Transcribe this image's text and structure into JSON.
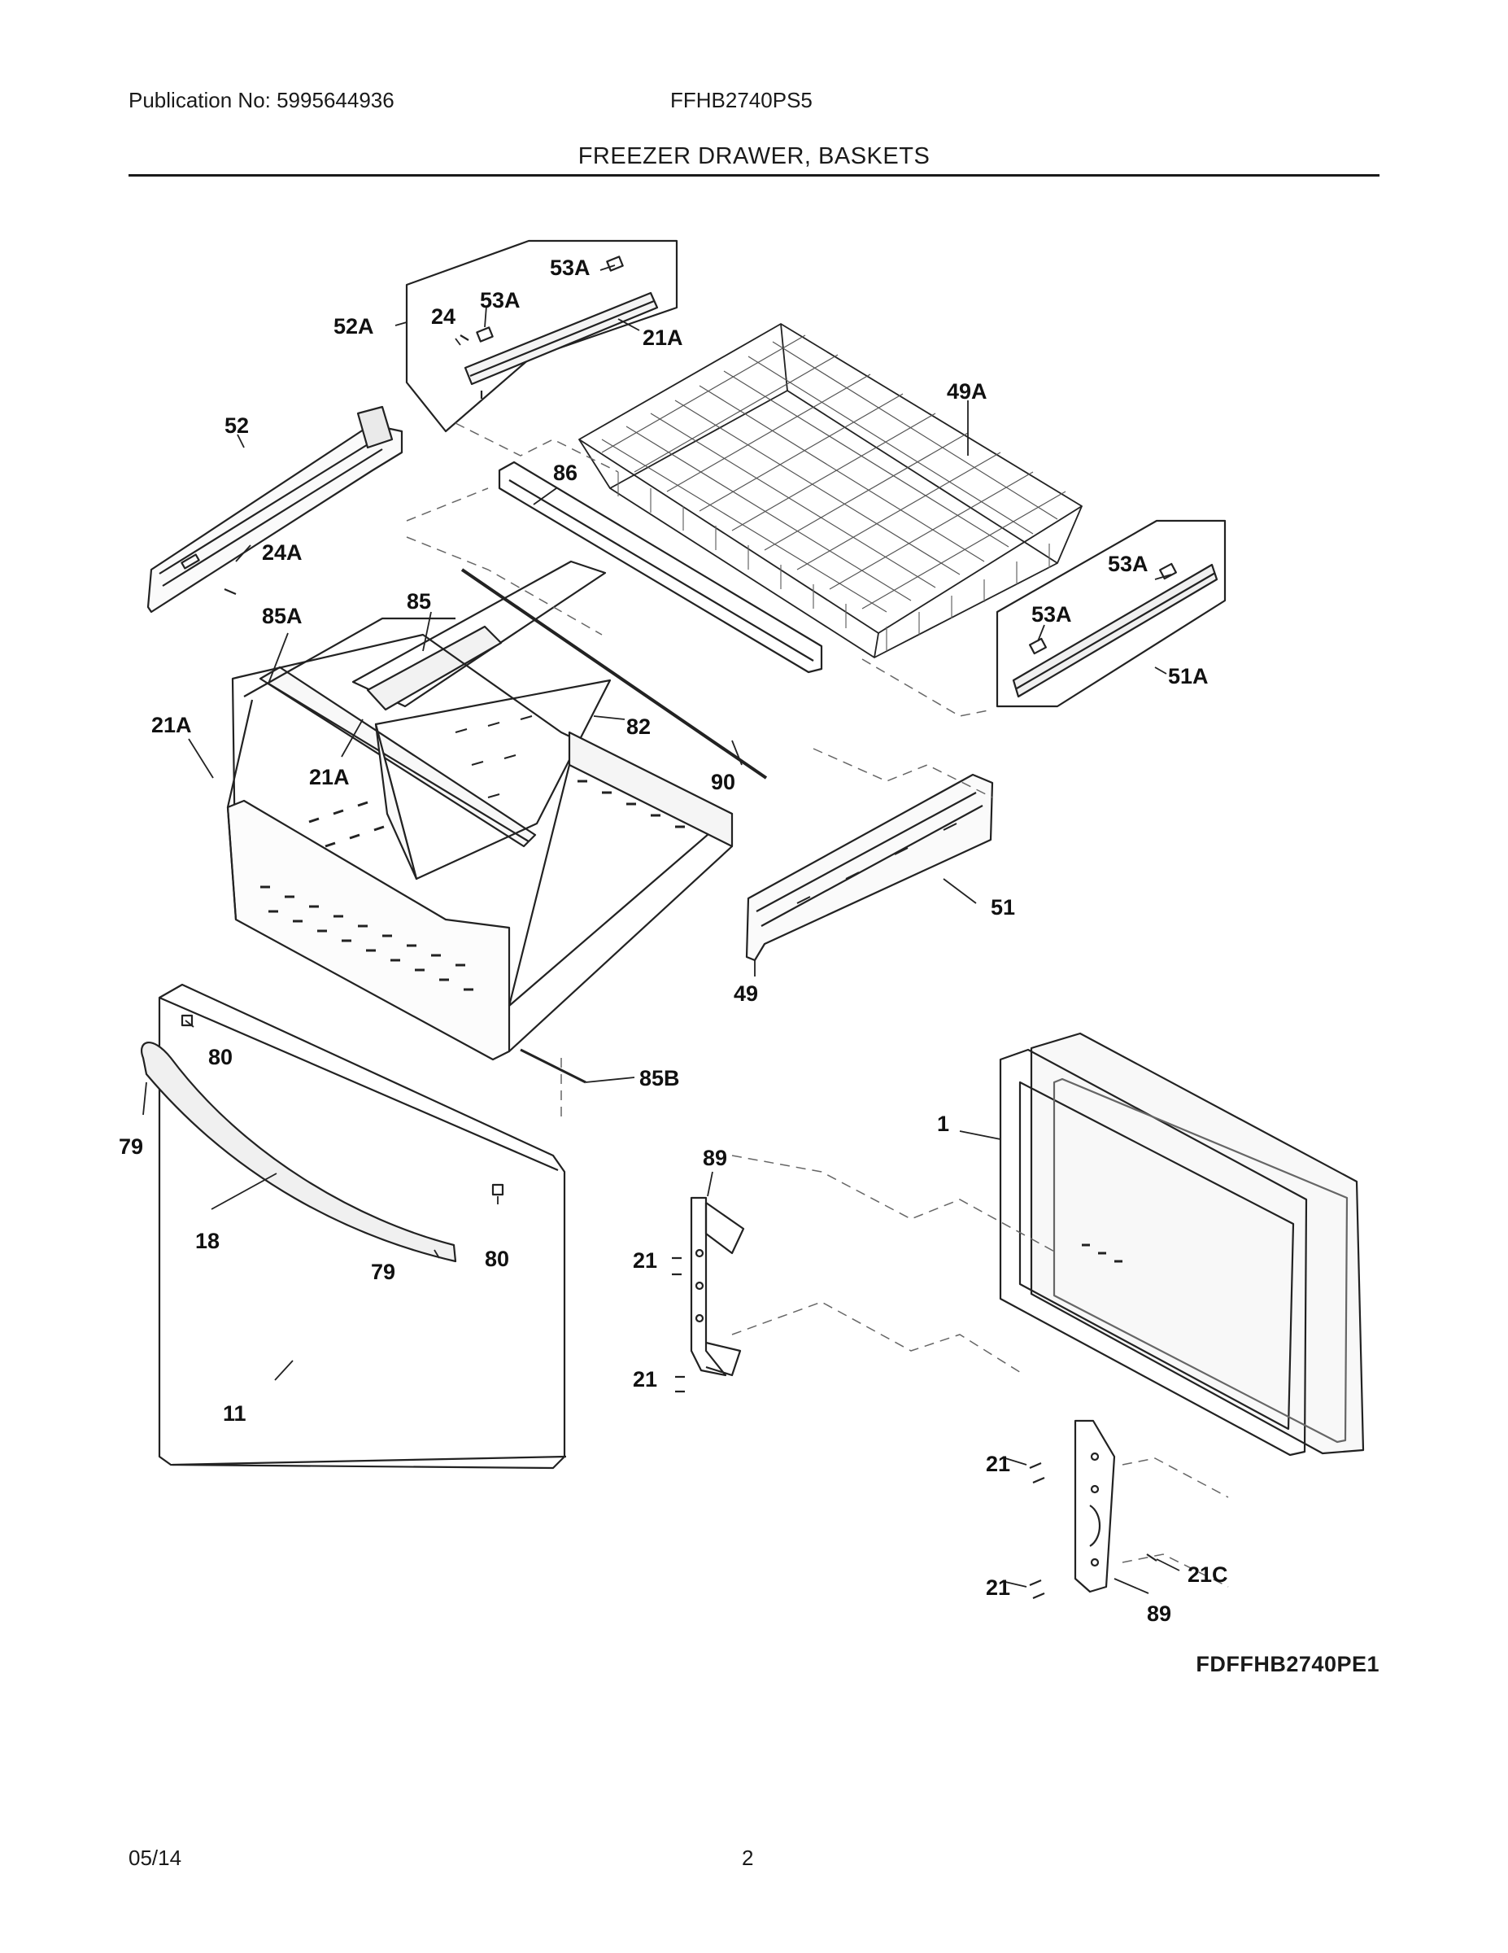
{
  "header": {
    "publication": "Publication No: 5995644936",
    "model": "FFHB2740PS5",
    "title": "FREEZER DRAWER, BASKETS"
  },
  "diagram_code": "FDFFHB2740PE1",
  "footer": {
    "date": "05/14",
    "page": "2"
  },
  "callouts": {
    "c53a_top": "53A",
    "c53a_mid": "53A",
    "c24": "24",
    "c52a": "52A",
    "c21a_top": "21A",
    "c49a": "49A",
    "c52": "52",
    "c86": "86",
    "c24a": "24A",
    "c53a_r1": "53A",
    "c53a_r2": "53A",
    "c51a": "51A",
    "c85a": "85A",
    "c85": "85",
    "c82": "82",
    "c21a_left": "21A",
    "c21a_inner": "21A",
    "c90": "90",
    "c51": "51",
    "c49": "49",
    "c80_top": "80",
    "c85b": "85B",
    "c79_left": "79",
    "c1": "1",
    "c89_top": "89",
    "c18": "18",
    "c79_bot": "79",
    "c80_bot": "80",
    "c21_a": "21",
    "c21_b": "21",
    "c11": "11",
    "c21_c": "21",
    "c21c": "21C",
    "c21_d": "21",
    "c89_bot": "89"
  }
}
